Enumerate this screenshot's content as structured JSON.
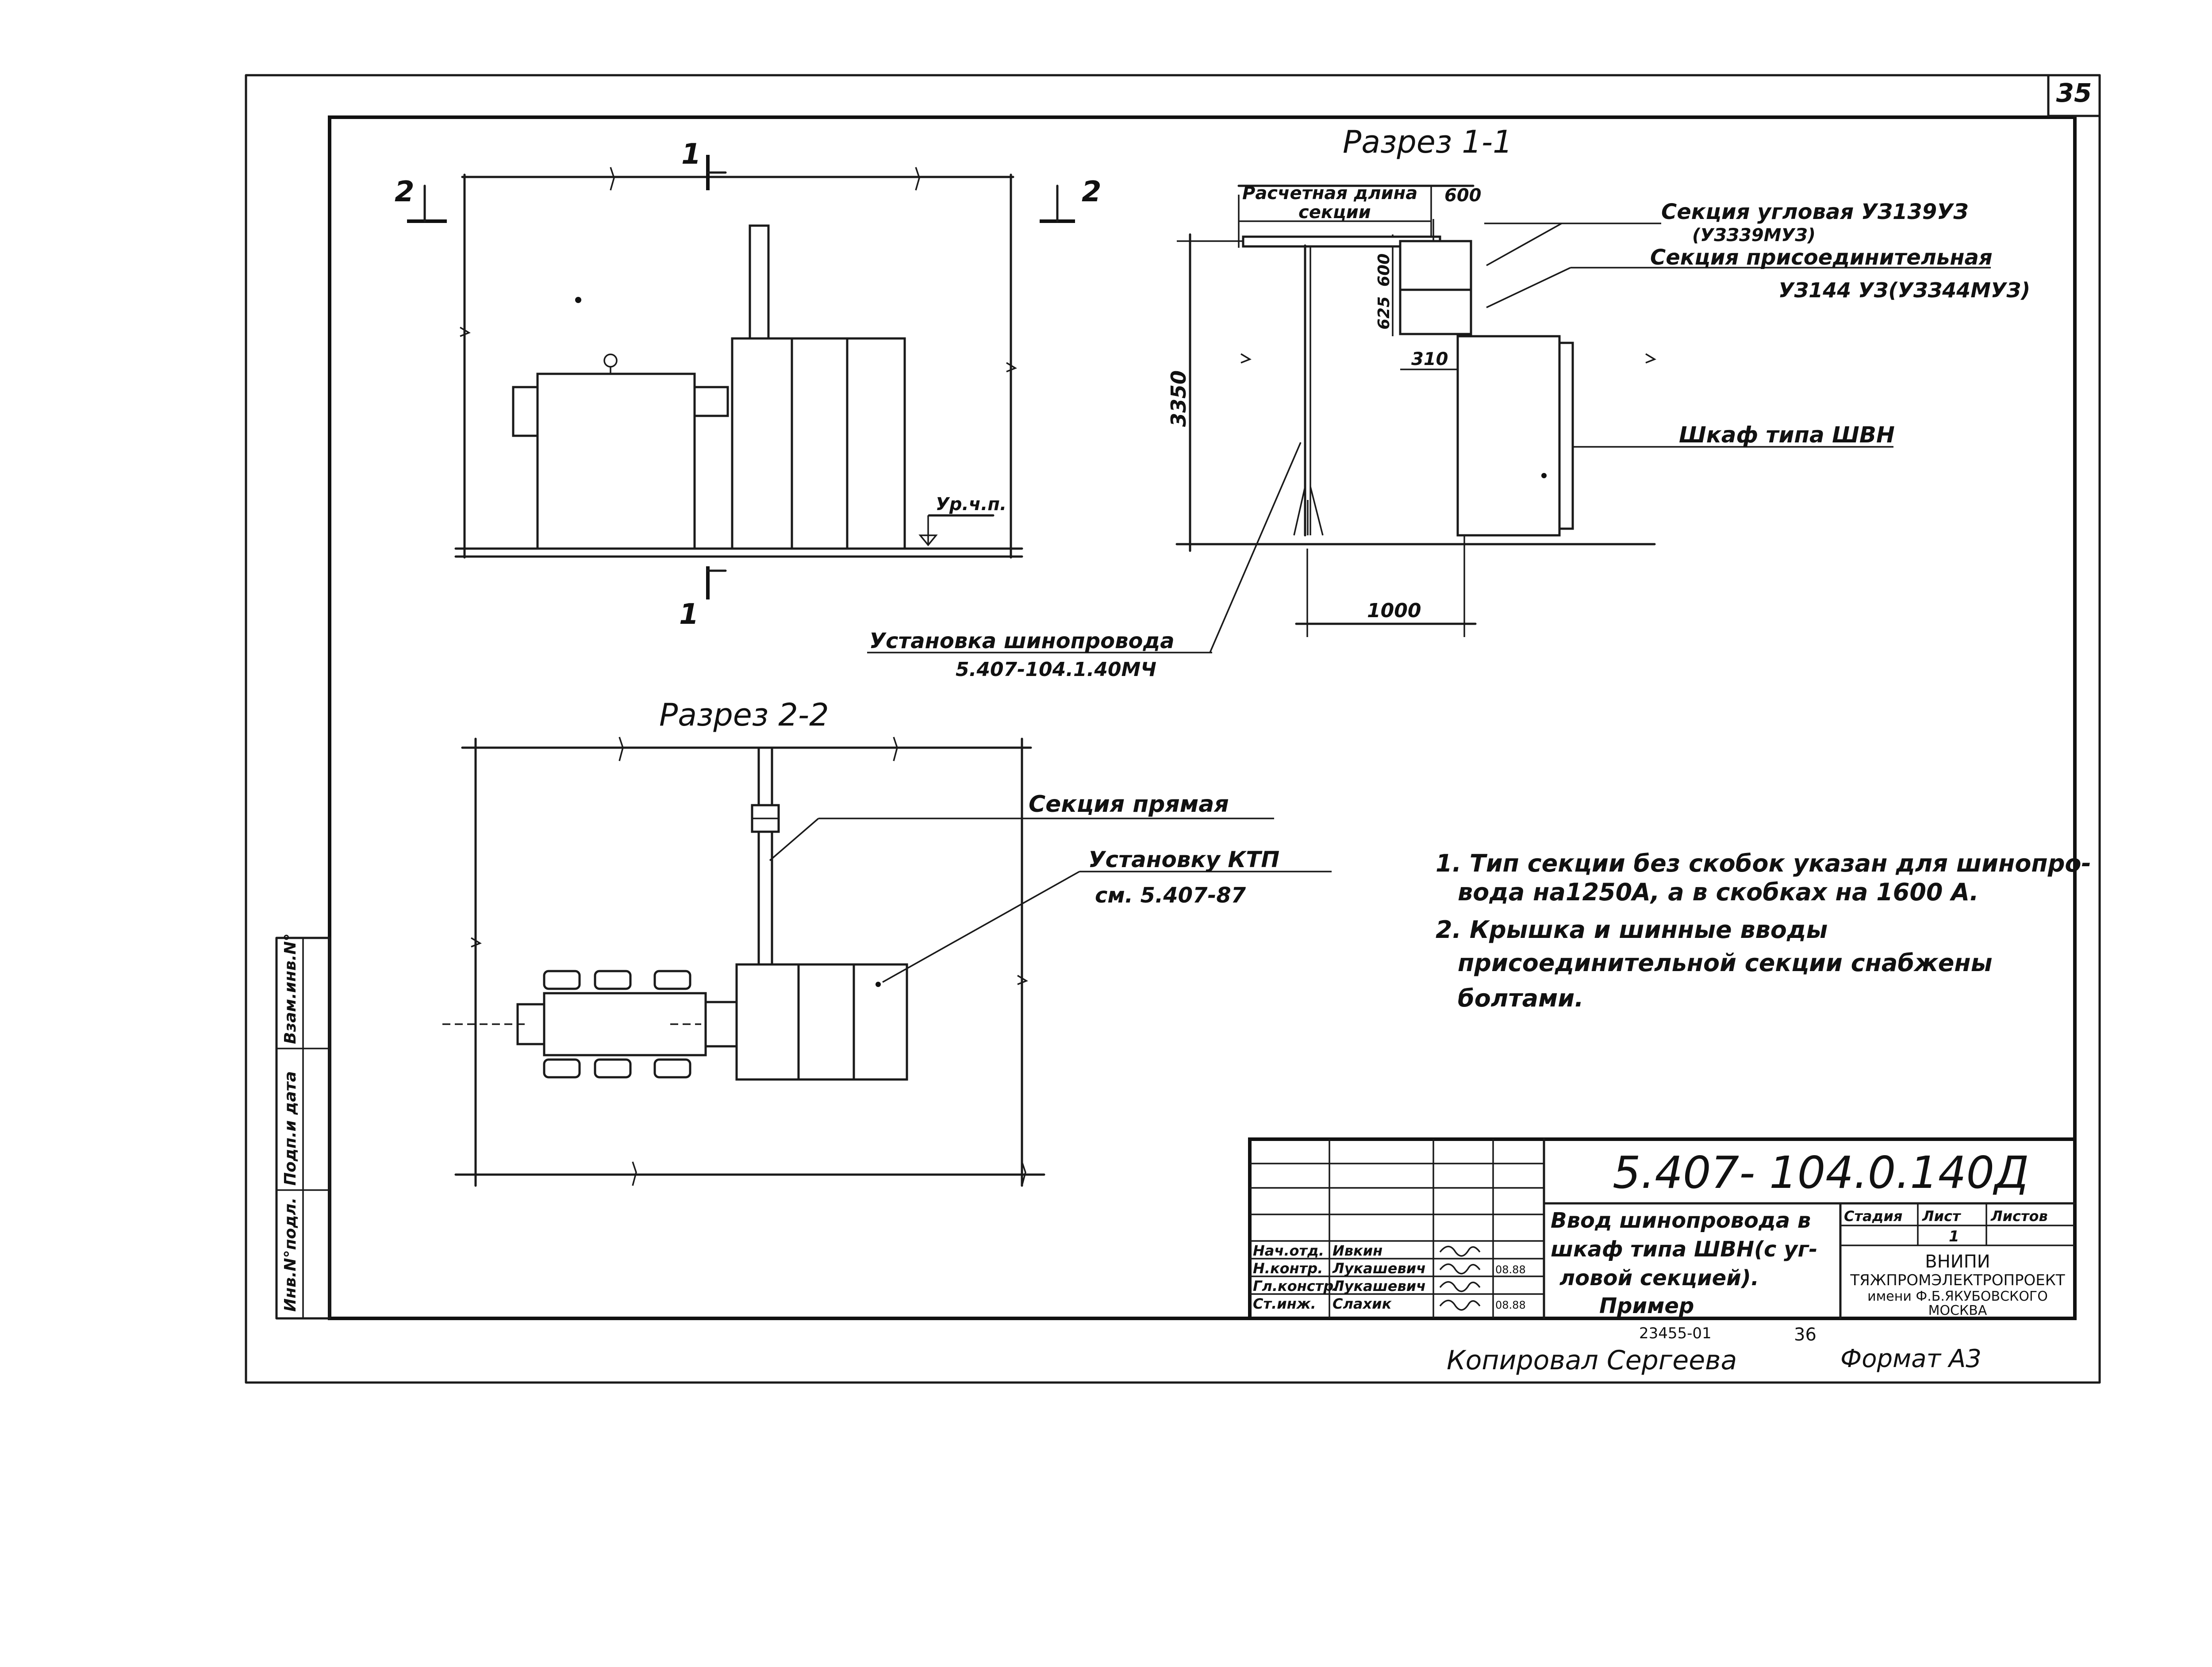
{
  "sheet": {
    "number": "35",
    "format": "Формат А3",
    "copied_by": "Копировал   Сергеева",
    "inventory_number": "23455-01",
    "inventory_page": "36"
  },
  "section_1_1": {
    "title": "Разрез 1-1",
    "calc_length": "Расчетная длина",
    "calc_length_2": "секции",
    "dim_600_top": "600",
    "dim_600_side": "600",
    "dim_625": "625",
    "dim_310": "310",
    "dim_3350": "3350",
    "dim_1000": "1000",
    "corner_section": "Секция угловая УЗ139УЗ",
    "corner_section_alt": "(УЗЗ39МУЗ)",
    "connection_section": "Секция присоединительная",
    "connection_section_code": "УЗ144 УЗ(УЗЗ44МУЗ)",
    "cabinet": "Шкаф типа ШВН",
    "busbar_install": "Установка шинопровода",
    "busbar_install_ref": "5.407-104.1.40МЧ"
  },
  "plan": {
    "mark_1": "1",
    "mark_2": "2",
    "floor_level": "Ур.ч.п."
  },
  "section_2_2": {
    "title": "Разрез  2-2",
    "straight_section": "Секция прямая",
    "ktp_install": "Установку КТП",
    "ktp_ref": "см. 5.407-87"
  },
  "notes": [
    "1. Тип секции без скобок указан для шинопро-",
    "вода на1250А, а в скобках на 1600 А.",
    "2. Крышка и шинные вводы",
    "присоединительной секции снабжены",
    "болтами."
  ],
  "side_stamp": [
    "Инв.N°подл.",
    "Подп.и дата",
    "Взам.инв.N°"
  ],
  "title_block": {
    "doc_code": "5.407- 104.0.140Д",
    "description": [
      "Ввод шинопровода в",
      "шкаф типа ШВН(с уг-",
      "ловой секцией).",
      "Пример"
    ],
    "col_stage": "Стадия",
    "col_sheet": "Лист",
    "col_sheets": "Листов",
    "sheet_value": "1",
    "org": [
      "ВНИПИ",
      "ТЯЖПРОМЭЛЕКТРОПРОЕКТ",
      "имени Ф.Б.ЯКУБОВСКОГО",
      "МОСКВА"
    ],
    "people": [
      {
        "role": "Нач.отд.",
        "name": "Ивкин",
        "sign": "",
        "date": ""
      },
      {
        "role": "Н.контр.",
        "name": "Лукашевич",
        "sign": "",
        "date": "08.88"
      },
      {
        "role": "Гл.констр.",
        "name": "Лукашевич",
        "sign": "",
        "date": ""
      },
      {
        "role": "Ст.инж.",
        "name": "Слахик",
        "sign": "",
        "date": "08.88"
      }
    ]
  }
}
